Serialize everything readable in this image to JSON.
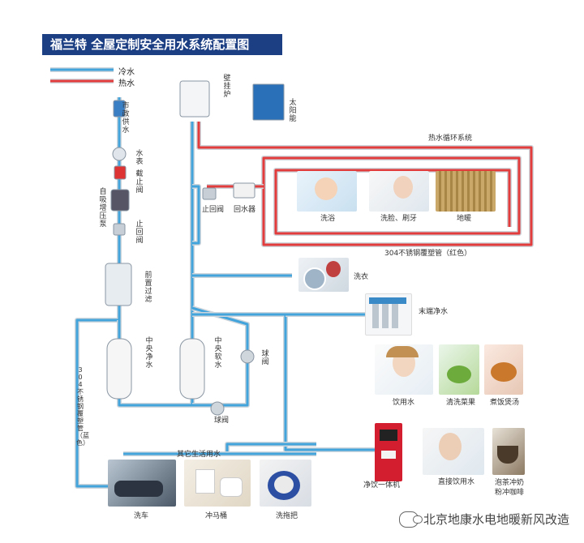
{
  "title": "福兰特 全屋定制安全用水系统配置图",
  "legend": {
    "cold": "冷水",
    "hot": "热水"
  },
  "colors": {
    "cold_pipe": "#43a4dc",
    "hot_pipe": "#e23c3c",
    "title_bg": "#1c3e83"
  },
  "labels": {
    "municipal": "市政供水",
    "meter": "水表",
    "shutoff": "截止阀",
    "booster": "自吸增压泵",
    "check_top": "止回阀",
    "prefilter": "前置过滤",
    "central_purifier": "中央净水",
    "central_softener": "中央软水",
    "ball_valve_right": "球阀",
    "ball_valve_bottom": "球阀",
    "wall_boiler": "壁挂炉",
    "solar": "太阳能",
    "hot_loop": "热水循环系统",
    "check_mid": "止回阀",
    "return_device": "回水器",
    "bath": "洗浴",
    "wash_brush": "洗脸、刷牙",
    "floor_heat": "地暖",
    "pipe_red": "304不锈钢覆塑管（红色）",
    "laundry": "洗衣",
    "end_purifier": "末端净水",
    "drinking": "饮用水",
    "wash_veg": "清洗菜果",
    "cook_soup": "煮饭煲汤",
    "drink_machine": "净饮一体机",
    "direct_drink": "直接饮用水",
    "tea_coffee": "泡茶冲奶粉冲咖啡",
    "other_water": "其它生活用水",
    "car_wash": "洗车",
    "toilet": "冲马桶",
    "mop": "洗拖把",
    "pipe_blue": "304不锈钢覆塑管（蓝色）"
  },
  "watermark": "北京地康水电地暖新风改造"
}
